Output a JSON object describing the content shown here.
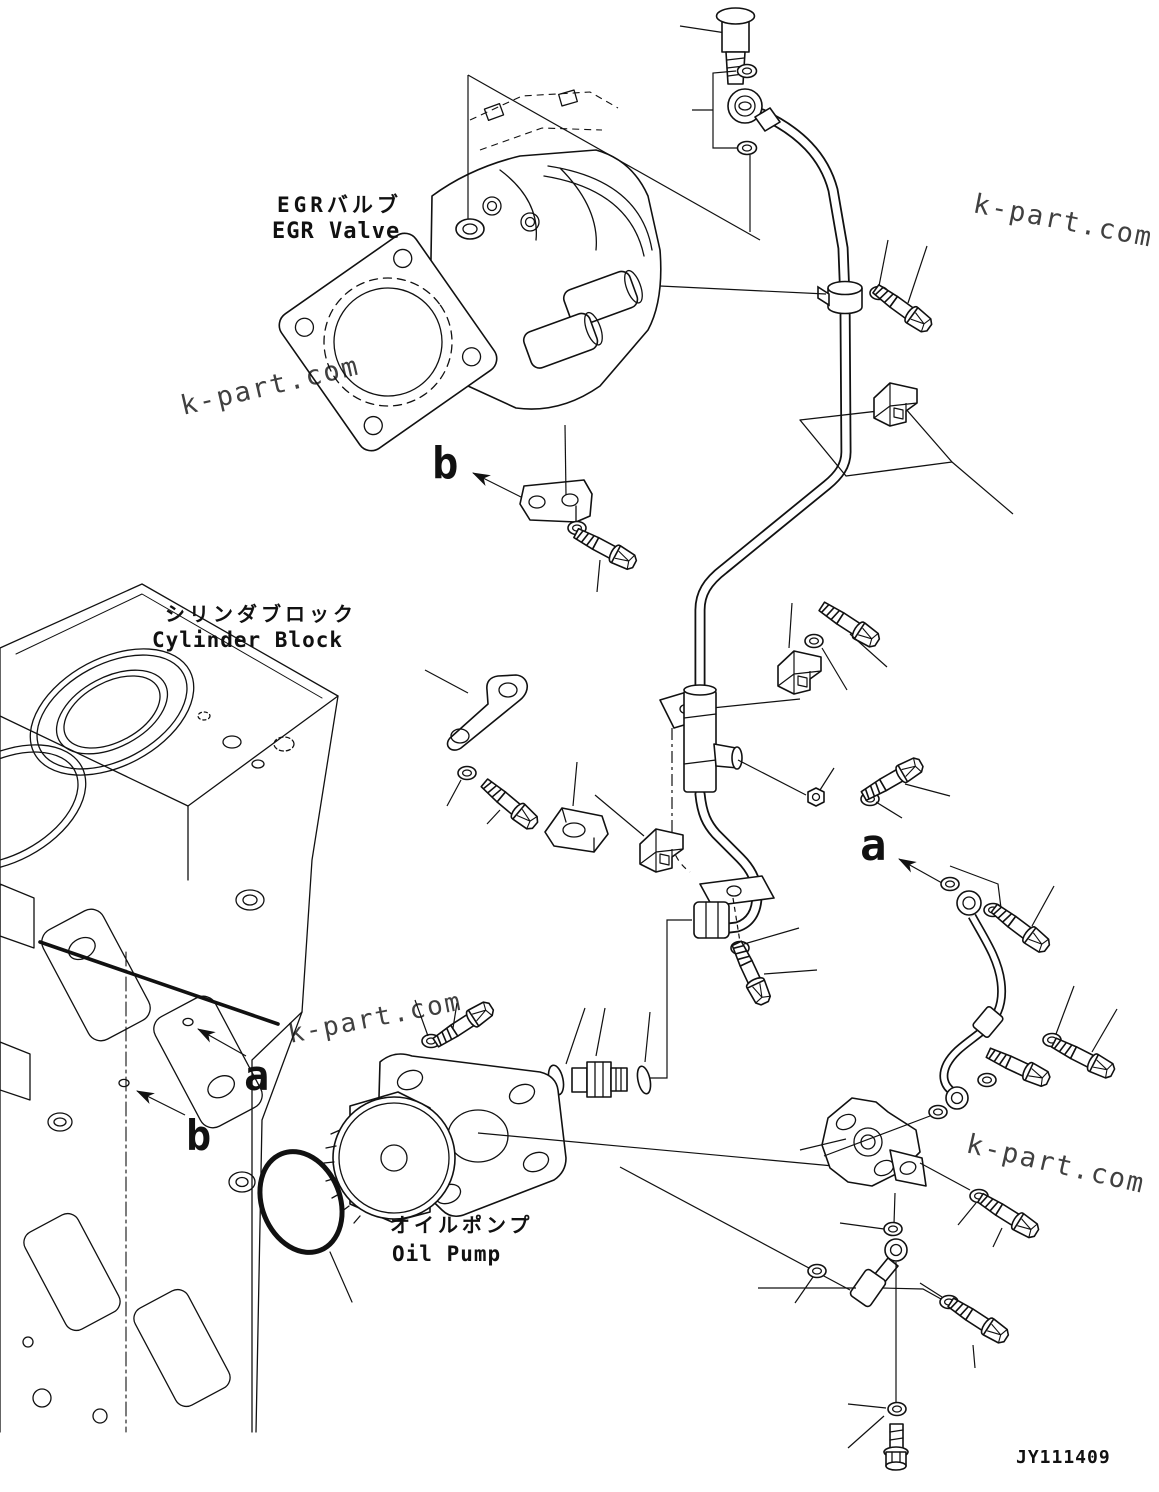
{
  "page": {
    "background": "#ffffff",
    "line_color": "#111111"
  },
  "drawing_number": "JY111409",
  "watermark": {
    "text": "k-part.com",
    "color": "#c08a78"
  },
  "labels": {
    "egr_valve": {
      "jp": "EGRバルブ",
      "en": "EGR Valve"
    },
    "cylinder_block": {
      "jp": "シリンダブロック",
      "en": "Cylinder Block"
    },
    "oil_pump": {
      "jp": "オイルポンプ",
      "en": "Oil Pump"
    }
  },
  "view_markers": {
    "a": "a",
    "b": "b"
  }
}
